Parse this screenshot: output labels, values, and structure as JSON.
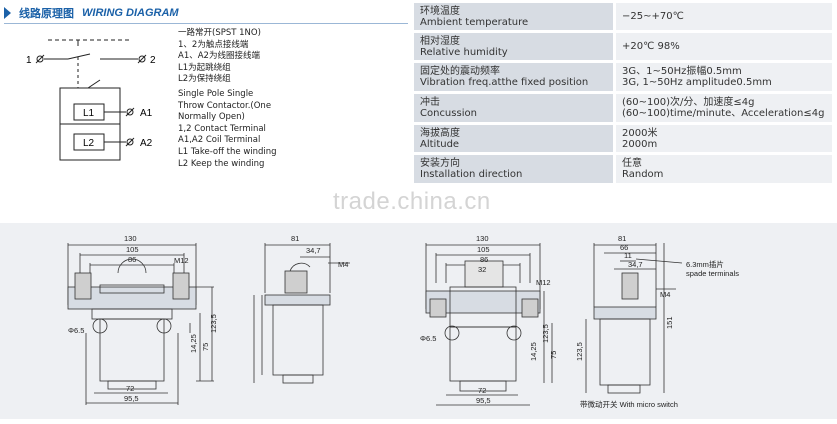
{
  "header": {
    "title_cn": "线路原理图",
    "title_en": "WIRING DIAGRAM"
  },
  "wiring": {
    "terminal_1": "1",
    "terminal_2": "2",
    "coil_L1": "L1",
    "coil_L2": "L2",
    "terminal_A1": "A1",
    "terminal_A2": "A2"
  },
  "description": {
    "cn_lines": [
      "一路常开(SPST 1NO)",
      "1、2为触点接线端",
      "A1、A2为线圈接线端",
      "L1为起跳绕组",
      "L2为保持绕组"
    ],
    "en_lines": [
      "Single Pole Single",
      "Throw Contactor.(One",
      "Normally Open)",
      "1,2 Contact Terminal",
      "A1,A2 Coil Terminal",
      "L1 Take-off the winding",
      "L2 Keep the winding"
    ]
  },
  "specs": [
    {
      "label_cn": "环境温度",
      "label_en": "Ambient temperature",
      "value_lines": [
        "−25~+70℃"
      ]
    },
    {
      "label_cn": "相对湿度",
      "label_en": "Relative humidity",
      "value_lines": [
        "+20℃  98%"
      ]
    },
    {
      "label_cn": "固定处的震动频率",
      "label_en": "Vibration freq.atthe fixed position",
      "value_lines": [
        "3G、1~50Hz振幅0.5mm",
        "3G, 1~50Hz amplitude0.5mm"
      ]
    },
    {
      "label_cn": "冲击",
      "label_en": "Concussion",
      "value_lines": [
        "(60~100)次/分、加速度≤4g",
        "(60~100)time/minute、Acceleration≤4g"
      ]
    },
    {
      "label_cn": "海拔高度",
      "label_en": "Altitude",
      "value_lines": [
        "2000米",
        "2000m"
      ]
    },
    {
      "label_cn": "安装方向",
      "label_en": "Installation direction",
      "value_lines": [
        "任意",
        "Random"
      ]
    }
  ],
  "watermark": "trade.china.cn",
  "drawings": {
    "d1": {
      "w130": "130",
      "w105": "105",
      "w86": "86",
      "m12": "M12",
      "phi": "Φ6.5",
      "h123": "123,5",
      "h14": "14,25",
      "h75": "75",
      "w72": "72",
      "w95": "95,5"
    },
    "d2": {
      "w81": "81",
      "w34": "34,7",
      "m4": "M4"
    },
    "d3": {
      "w130": "130",
      "w105": "105",
      "w86": "86",
      "w32": "32",
      "m12": "M12",
      "phi": "Φ6.5",
      "h123": "123,5",
      "h14": "14,25",
      "h75": "75",
      "w72": "72",
      "w95": "95,5"
    },
    "d4": {
      "w81": "81",
      "w66": "66",
      "w11": "11",
      "w34": "34,7",
      "spade_cn": "6.3mm插片",
      "spade_en": "spade terminals",
      "m4": "M4",
      "h151": "151",
      "caption": "带微动开关 With micro switch"
    }
  }
}
